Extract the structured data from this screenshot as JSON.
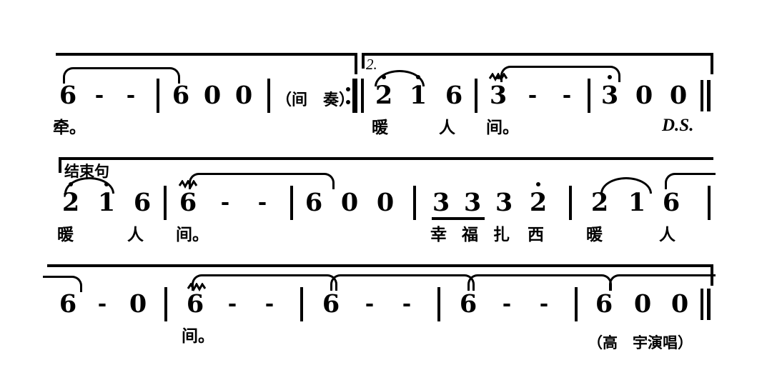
{
  "document": {
    "type": "jianpu-numbered-musical-notation",
    "language": "zh",
    "credit": "（高　宇演唱）"
  },
  "annotations": {
    "volta2": "2.",
    "interlude": "（间　奏）",
    "ds": "D.S.",
    "ending_phrase": "结束句"
  },
  "systems": [
    {
      "id": "system-1",
      "measures": [
        {
          "notes": [
            "6",
            "-",
            "-"
          ],
          "lyrics": "牵。"
        },
        {
          "notes": [
            "6",
            "0",
            "0"
          ],
          "lyrics": ""
        },
        {
          "notes": [
            "（间　奏）"
          ],
          "lyrics": ""
        },
        {
          "notes": [
            "2",
            "1",
            "6"
          ],
          "lyrics": "暖　　人"
        },
        {
          "notes": [
            "3",
            "-",
            "-"
          ],
          "lyrics": "间。"
        },
        {
          "notes": [
            "3",
            "0",
            "0"
          ],
          "lyrics": ""
        }
      ],
      "notes": [
        {
          "v": "6",
          "dot": false
        },
        {
          "v": "-"
        },
        {
          "v": "-"
        },
        {
          "v": "6",
          "dot": false
        },
        {
          "v": "0"
        },
        {
          "v": "0"
        },
        {
          "v": "2",
          "dot": true
        },
        {
          "v": "1",
          "dot": true
        },
        {
          "v": "6",
          "dot": false
        },
        {
          "v": "3",
          "dot": true,
          "trill": true
        },
        {
          "v": "-"
        },
        {
          "v": "-"
        },
        {
          "v": "3",
          "dot": true
        },
        {
          "v": "0"
        },
        {
          "v": "0"
        }
      ],
      "lyrics": [
        "牵",
        "。",
        "暖",
        "人",
        "间",
        "。"
      ]
    },
    {
      "id": "system-2",
      "notes": [
        {
          "v": "2",
          "dot": true
        },
        {
          "v": "1",
          "dot": true
        },
        {
          "v": "6",
          "dot": false
        },
        {
          "v": "6",
          "dot": false,
          "trill": true
        },
        {
          "v": "-"
        },
        {
          "v": "-"
        },
        {
          "v": "6",
          "dot": false
        },
        {
          "v": "0"
        },
        {
          "v": "0"
        },
        {
          "v": "3",
          "dot": false,
          "beam": true
        },
        {
          "v": "3",
          "dot": false,
          "beam": true
        },
        {
          "v": "3",
          "dot": false
        },
        {
          "v": "2",
          "dot": true
        },
        {
          "v": "2",
          "dot": false
        },
        {
          "v": "1",
          "dot": false
        },
        {
          "v": "6",
          "dot": false
        }
      ],
      "lyrics": [
        "暖",
        "人",
        "间",
        "。",
        "幸",
        "福",
        "扎",
        "西",
        "暖",
        "人"
      ]
    },
    {
      "id": "system-3",
      "notes": [
        {
          "v": "6",
          "dot": false
        },
        {
          "v": "-"
        },
        {
          "v": "0"
        },
        {
          "v": "6",
          "dot": false,
          "trill": true
        },
        {
          "v": "-"
        },
        {
          "v": "-"
        },
        {
          "v": "6",
          "dot": false
        },
        {
          "v": "-"
        },
        {
          "v": "-"
        },
        {
          "v": "6",
          "dot": false
        },
        {
          "v": "-"
        },
        {
          "v": "-"
        },
        {
          "v": "6",
          "dot": false
        },
        {
          "v": "0"
        },
        {
          "v": "0"
        }
      ],
      "lyrics": [
        "间",
        "。"
      ]
    }
  ],
  "line1": {
    "notes": {
      "n1": "6",
      "n2": "-",
      "n3": "-",
      "n4": "6",
      "n5": "0",
      "n6": "0",
      "n7": "2",
      "n8": "1",
      "n9": "6",
      "n10": "3",
      "n11": "-",
      "n12": "-",
      "n13": "3",
      "n14": "0",
      "n15": "0"
    },
    "lyrics": {
      "l1": "牵。",
      "l2": "暖",
      "l3": "人",
      "l4": "间。"
    }
  },
  "line2": {
    "notes": {
      "n1": "2",
      "n2": "1",
      "n3": "6",
      "n4": "6",
      "n5": "-",
      "n6": "-",
      "n7": "6",
      "n8": "0",
      "n9": "0",
      "n10": "3",
      "n11": "3",
      "n12": "3",
      "n13": "2",
      "n14": "2",
      "n15": "1",
      "n16": "6"
    },
    "lyrics": {
      "l1": "暖",
      "l2": "人",
      "l3": "间。",
      "l4": "幸",
      "l5": "福",
      "l6": "扎",
      "l7": "西",
      "l8": "暖",
      "l9": "人"
    }
  },
  "line3": {
    "notes": {
      "n1": "6",
      "n2": "-",
      "n3": "0",
      "n4": "6",
      "n5": "-",
      "n6": "-",
      "n7": "6",
      "n8": "-",
      "n9": "-",
      "n10": "6",
      "n11": "-",
      "n12": "-",
      "n13": "6",
      "n14": "0",
      "n15": "0"
    },
    "lyrics": {
      "l1": "间。"
    },
    "credit": "（高　宇演唱）"
  },
  "colors": {
    "ink": "#000000",
    "paper": "#ffffff"
  }
}
